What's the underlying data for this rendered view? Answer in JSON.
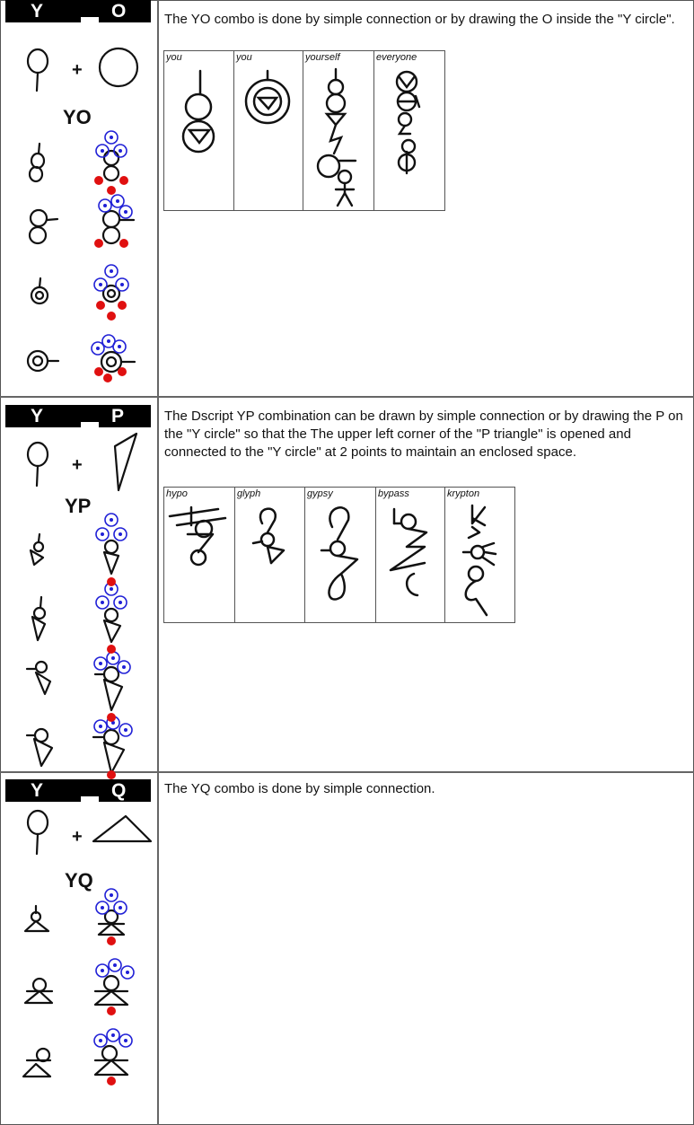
{
  "sections": [
    {
      "letter_left": "Y",
      "letter_right": "O",
      "combo": "YO",
      "plus": "+",
      "description": "  The YO combo is done by simple connection or by drawing the O inside the \"Y circle\".",
      "examples": [
        "you",
        "you",
        "yourself",
        "everyone"
      ]
    },
    {
      "letter_left": "Y",
      "letter_right": "P",
      "combo": "YP",
      "plus": "+",
      "description": "  The Dscript YP combination can be drawn by simple connection or by drawing the P on the \"Y circle\" so that the The upper left corner of the \"P triangle\" is opened and connected to the \"Y circle\" at 2 points to maintain an enclosed space.",
      "examples": [
        "hypo",
        "glyph",
        "gypsy",
        "bypass",
        "krypton"
      ]
    },
    {
      "letter_left": "Y",
      "letter_right": "Q",
      "combo": "YQ",
      "plus": "+",
      "description": "The YQ combo is done by simple connection.",
      "examples": []
    }
  ],
  "colors": {
    "marker_blue": "#1f1fd6",
    "marker_red": "#e01010",
    "ink": "#111111",
    "header_bg": "#000000"
  }
}
